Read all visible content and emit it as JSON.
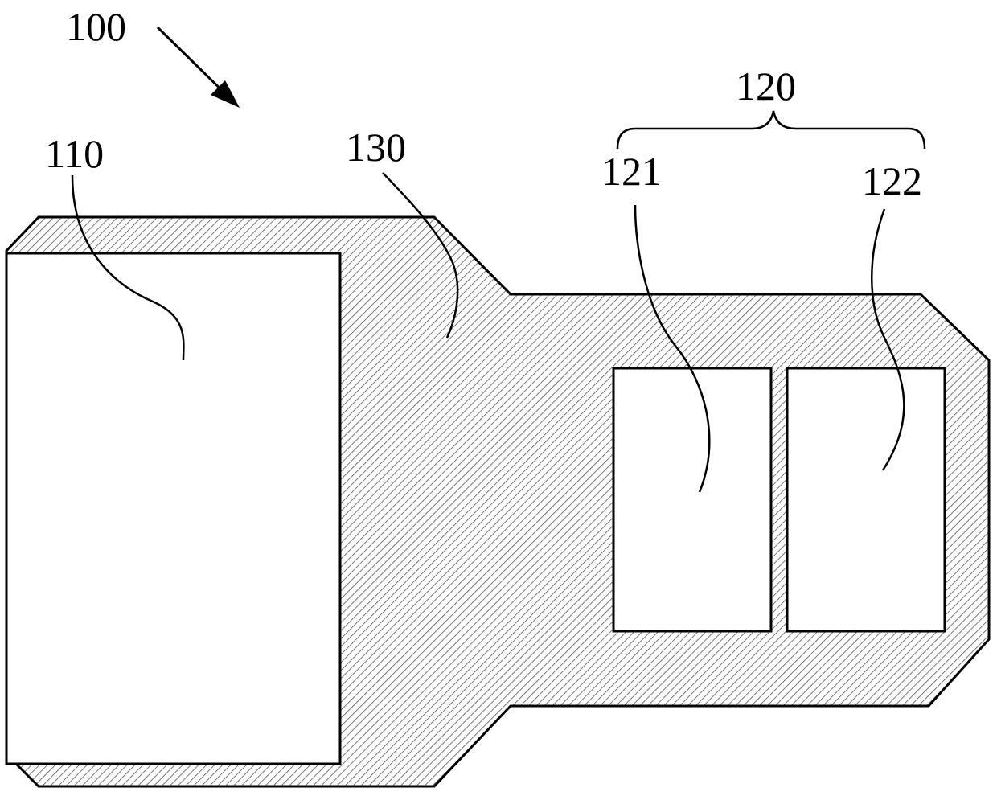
{
  "figure": {
    "labels": {
      "assembly": "100",
      "left_pad": "110",
      "group": "120",
      "right_pad_a": "121",
      "right_pad_b": "122",
      "hatched_body": "130"
    },
    "colors": {
      "line": "#000000",
      "hatch": "#555555",
      "background": "#ffffff"
    }
  }
}
